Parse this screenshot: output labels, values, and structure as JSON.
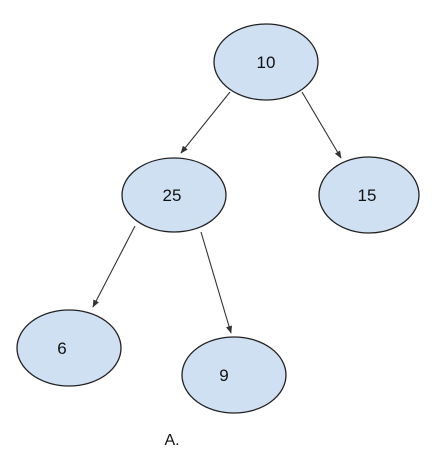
{
  "tree": {
    "nodes": [
      {
        "id": "n10",
        "label": "10"
      },
      {
        "id": "n25",
        "label": "25"
      },
      {
        "id": "n15",
        "label": "15"
      },
      {
        "id": "n6",
        "label": "6"
      },
      {
        "id": "n9",
        "label": "9"
      }
    ],
    "edges": [
      {
        "from": "n10",
        "to": "n25"
      },
      {
        "from": "n10",
        "to": "n15"
      },
      {
        "from": "n25",
        "to": "n6"
      },
      {
        "from": "n25",
        "to": "n9"
      }
    ]
  },
  "caption": "A.",
  "colors": {
    "node_fill": "#cfe0f3",
    "node_stroke": "#222222",
    "edge": "#333333"
  }
}
